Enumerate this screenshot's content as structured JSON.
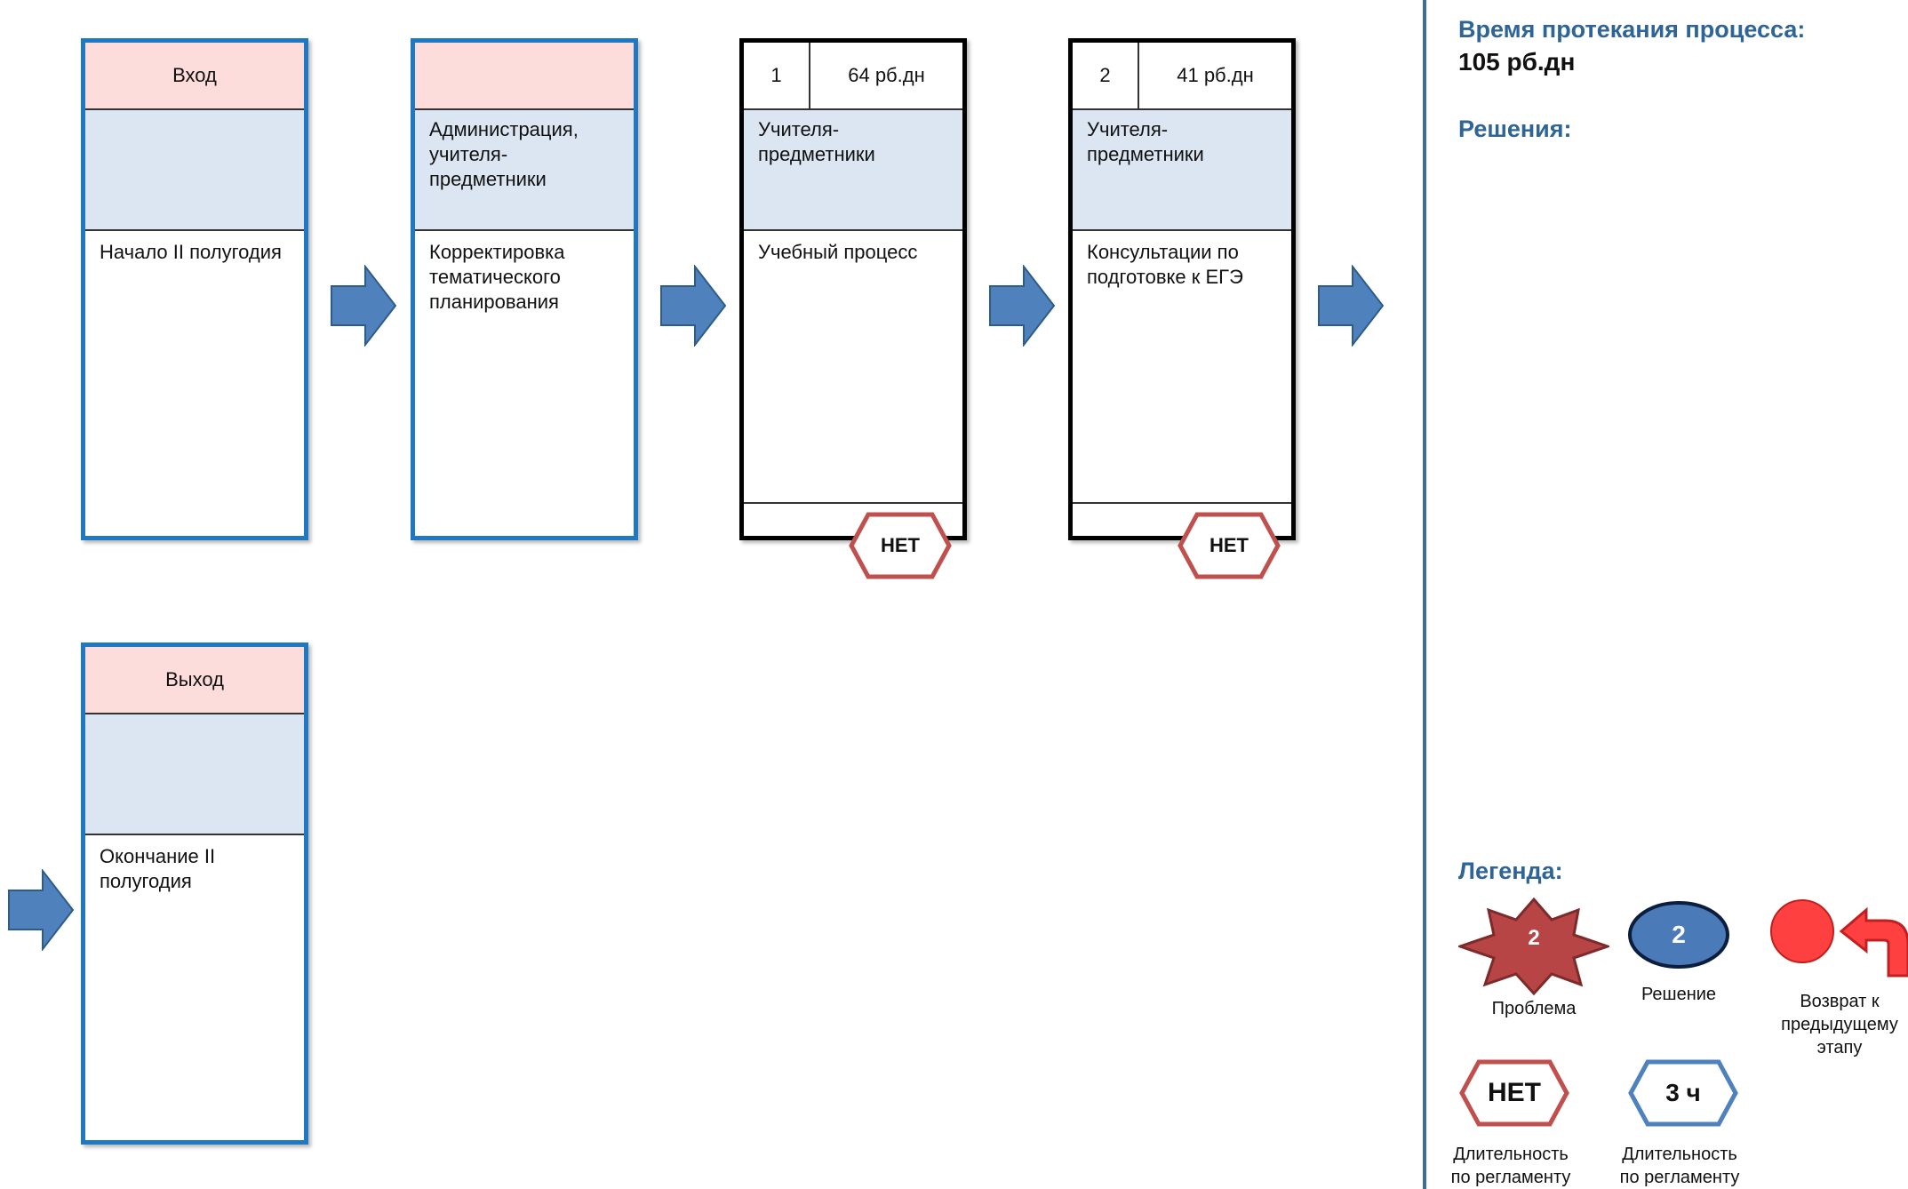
{
  "cards": [
    {
      "header": "Вход",
      "who": "",
      "body": "Начало II полугодия"
    },
    {
      "header": "",
      "who": "Администрация, учителя-предметники",
      "body": "Корректировка тематического планирования"
    },
    {
      "num": "1",
      "duration": "64 рб.дн",
      "who": "Учителя-предметники",
      "body": "Учебный процесс",
      "badge": "НЕТ"
    },
    {
      "num": "2",
      "duration": "41  рб.дн",
      "who": "Учителя-предметники",
      "body": "Консультации по подготовке к ЕГЭ",
      "badge": "НЕТ"
    },
    {
      "header": "Выход",
      "who": "",
      "body": "Окончание II полугодия"
    }
  ],
  "panel": {
    "time_title": "Время протекания процесса:",
    "time_value": "105 рб.дн",
    "solutions_title": "Решения:",
    "legend_title": "Легенда:"
  },
  "legend": {
    "problem": {
      "label": "Проблема",
      "value": "2"
    },
    "solution": {
      "label": "Решение",
      "value": "2"
    },
    "return": {
      "label": "Возврат к предыдущему этапу"
    },
    "hex_red": {
      "value": "НЕТ",
      "label": "Длительность по регламенту"
    },
    "hex_blue": {
      "value": "3 ч",
      "label": "Длительность по регламенту"
    }
  },
  "colors": {
    "card_border_blue": "#1f78c1",
    "header_pink": "#fddcdc",
    "role_blue": "#dce6f2",
    "arrow_fill": "#4f81bd",
    "badge_red": "#c0504d",
    "panel_title": "#2e6496"
  }
}
